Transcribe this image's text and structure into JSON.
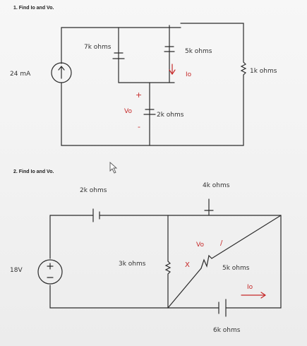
{
  "problem1": {
    "title": "1.  Find Io and Vo.",
    "source_label": "24 mA",
    "r7": "7k ohms",
    "r5": "5k ohms",
    "r1": "1k ohms",
    "r2": "2k ohms",
    "io": "Io",
    "vo": "Vo",
    "plus": "+",
    "minus": "-"
  },
  "problem2": {
    "title": "2.  Find Io and Vo.",
    "source_label": "18V",
    "r2": "2k ohms",
    "r4": "4k ohms",
    "r3": "3k ohms",
    "r5": "5k ohms",
    "r6": "6k ohms",
    "vo": "Vo",
    "io": "Io",
    "x_mark": "X",
    "tick_mark": "/"
  }
}
